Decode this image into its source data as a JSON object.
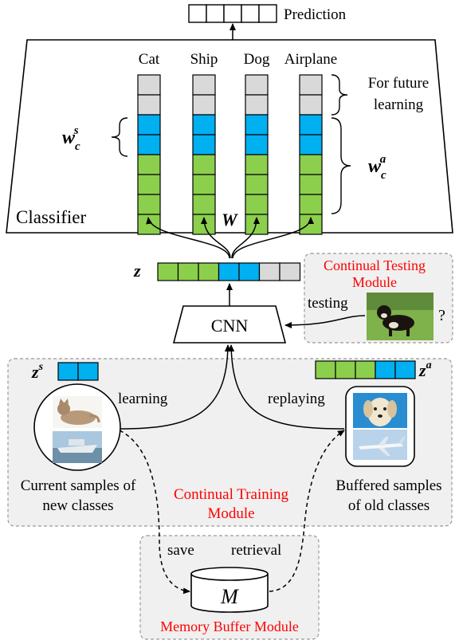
{
  "prediction_label": "Prediction",
  "classifier": {
    "label": "Classifier",
    "classes": [
      "Cat",
      "Ship",
      "Dog",
      "Airplane"
    ],
    "future_learning_label_line1": "For future",
    "future_learning_label_line2": "learning",
    "weight_symbol": "W",
    "w_s_base": "w",
    "w_s_sub": "c",
    "w_s_sup": "s",
    "w_a_base": "w",
    "w_a_sub": "c",
    "w_a_sup": "a"
  },
  "feature": {
    "z_label": "z",
    "zs_base": "z",
    "zs_sup": "s",
    "za_base": "z",
    "za_sup": "a"
  },
  "cnn_label": "CNN",
  "testing_module": {
    "title_line1": "Continual Testing",
    "title_line2": "Module",
    "testing_label": "testing",
    "question_mark": "?"
  },
  "training_module": {
    "title_line1": "Continual Training",
    "title_line2": "Module",
    "learning_label": "learning",
    "replaying_label": "replaying",
    "current_line1": "Current samples of",
    "current_line2": "new classes",
    "buffered_line1": "Buffered samples",
    "buffered_line2": "of old classes"
  },
  "memory_module": {
    "title": "Memory Buffer Module",
    "save_label": "save",
    "retrieval_label": "retrieval",
    "memory_symbol": "M"
  },
  "colors": {
    "green": "#8ccf4d",
    "blue": "#00b0f0",
    "gray": "#d9d9d9",
    "module_bg": "#f0f0f0",
    "module_border": "#999999",
    "red_title": "#ff0000"
  }
}
